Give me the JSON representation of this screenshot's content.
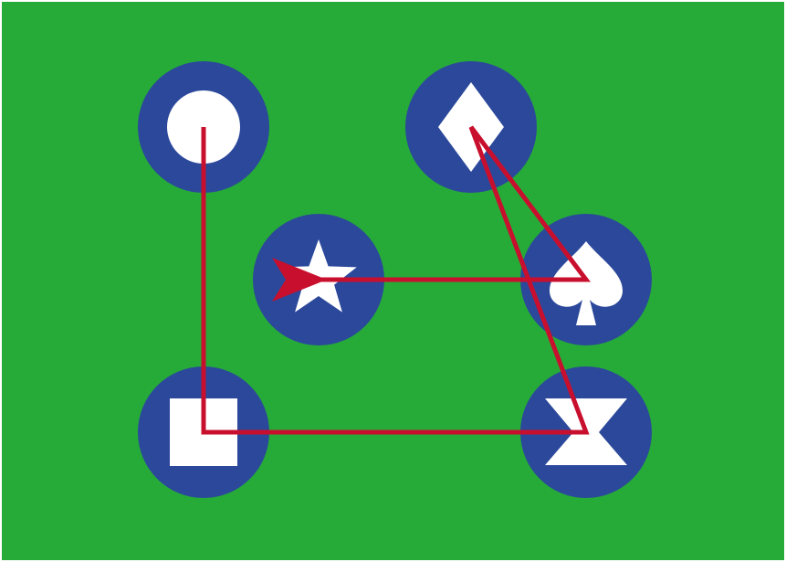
{
  "colors": {
    "background": "#26ab38",
    "border": "#ffffff",
    "node_fill": "#2b489b",
    "symbol_fill": "#ffffff",
    "path_stroke": "#c8102e"
  },
  "nodes": [
    {
      "id": "circle",
      "symbol": "circle",
      "icon": "circle-icon"
    },
    {
      "id": "diamond",
      "symbol": "diamond",
      "icon": "diamond-icon"
    },
    {
      "id": "star",
      "symbol": "star",
      "icon": "star-icon"
    },
    {
      "id": "spade",
      "symbol": "spade",
      "icon": "spade-icon"
    },
    {
      "id": "square",
      "symbol": "square",
      "icon": "square-icon"
    },
    {
      "id": "hourglass",
      "symbol": "hourglass",
      "icon": "hourglass-icon"
    }
  ],
  "path_sequence": [
    "circle",
    "square",
    "hourglass",
    "diamond",
    "spade",
    "star"
  ],
  "path_end": "arrowhead"
}
